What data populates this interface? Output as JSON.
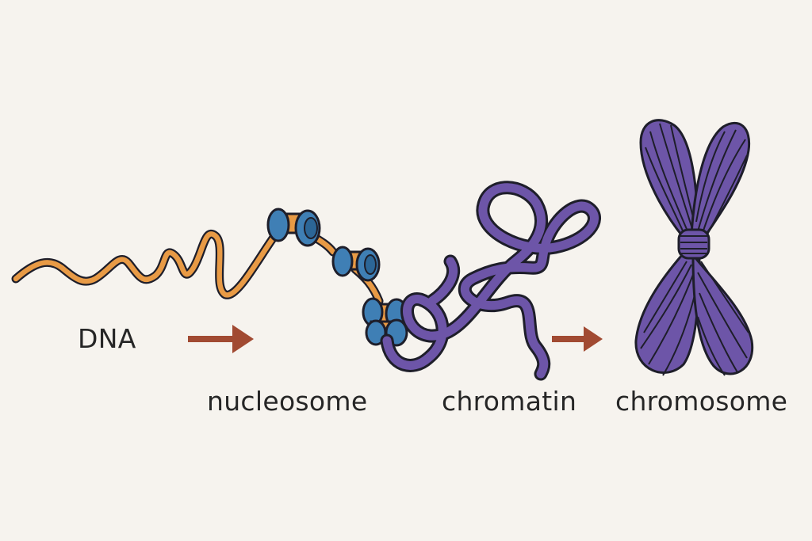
{
  "labels": {
    "dna": "DNA",
    "nucleosome": "nucleosome",
    "chromatin": "chromatin",
    "chromosome": "chromosome"
  },
  "colors": {
    "background": "#f6f3ee",
    "dna_strand": "#e89a45",
    "histone": "#3f7fb5",
    "chromatin": "#6d55a8",
    "outline": "#1e1e2a",
    "arrow": "#a14a32",
    "text": "#262626"
  },
  "icons": [
    "arrow-right-icon",
    "dna-strand-icon",
    "histone-bead-icon",
    "chromatin-loop-icon",
    "chromosome-icon"
  ]
}
